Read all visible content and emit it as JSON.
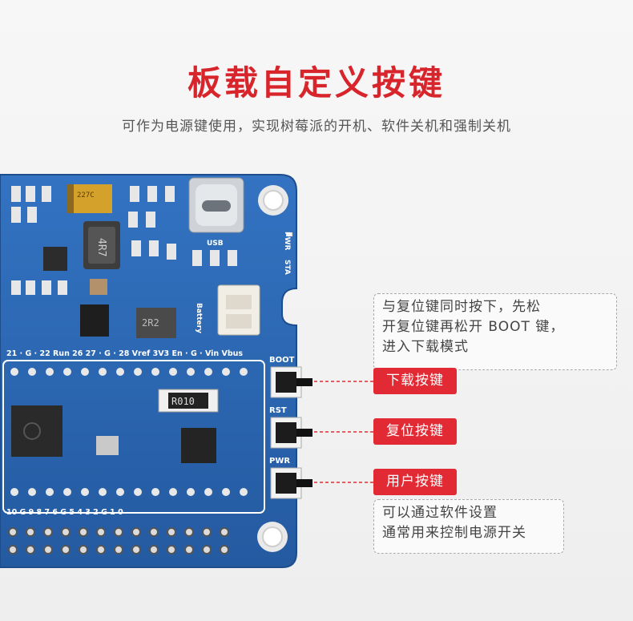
{
  "header": {
    "title": "板载自定义按键",
    "subtitle": "可作为电源键使用，实现树莓派的开机、软件关机和强制关机"
  },
  "callouts": {
    "top_note": [
      "与复位键同时按下，先松",
      "开复位键再松开 BOOT 键，",
      "进入下载模式"
    ],
    "boot_tag": "下载按键",
    "reset_tag": "复位按键",
    "user_tag": "用户按键",
    "bottom_note": [
      "可以通过软件设置",
      "通常用来控制电源开关"
    ]
  },
  "board_labels": {
    "usb": "USB",
    "pwr_led": "PWR",
    "sta_led": "STA",
    "battery": "Battery",
    "btn_boot": "BOOT",
    "btn_rst": "RST",
    "btn_pwr": "PWR",
    "inductor": "4R7",
    "capacitor": "227C",
    "resistor": "R010",
    "gpio_top": "21 · G · 22 Run 26 27 · G · 28 Vref 3V3 En · G · Vin Vbus",
    "gpio_bottom": "10 G 9 8 7 6 G 5 4 3 2 G 1 0",
    "ic": "2R2"
  },
  "colors": {
    "accent": "#e12a34",
    "pcb": "#2b68b4",
    "title": "#d8242b"
  }
}
